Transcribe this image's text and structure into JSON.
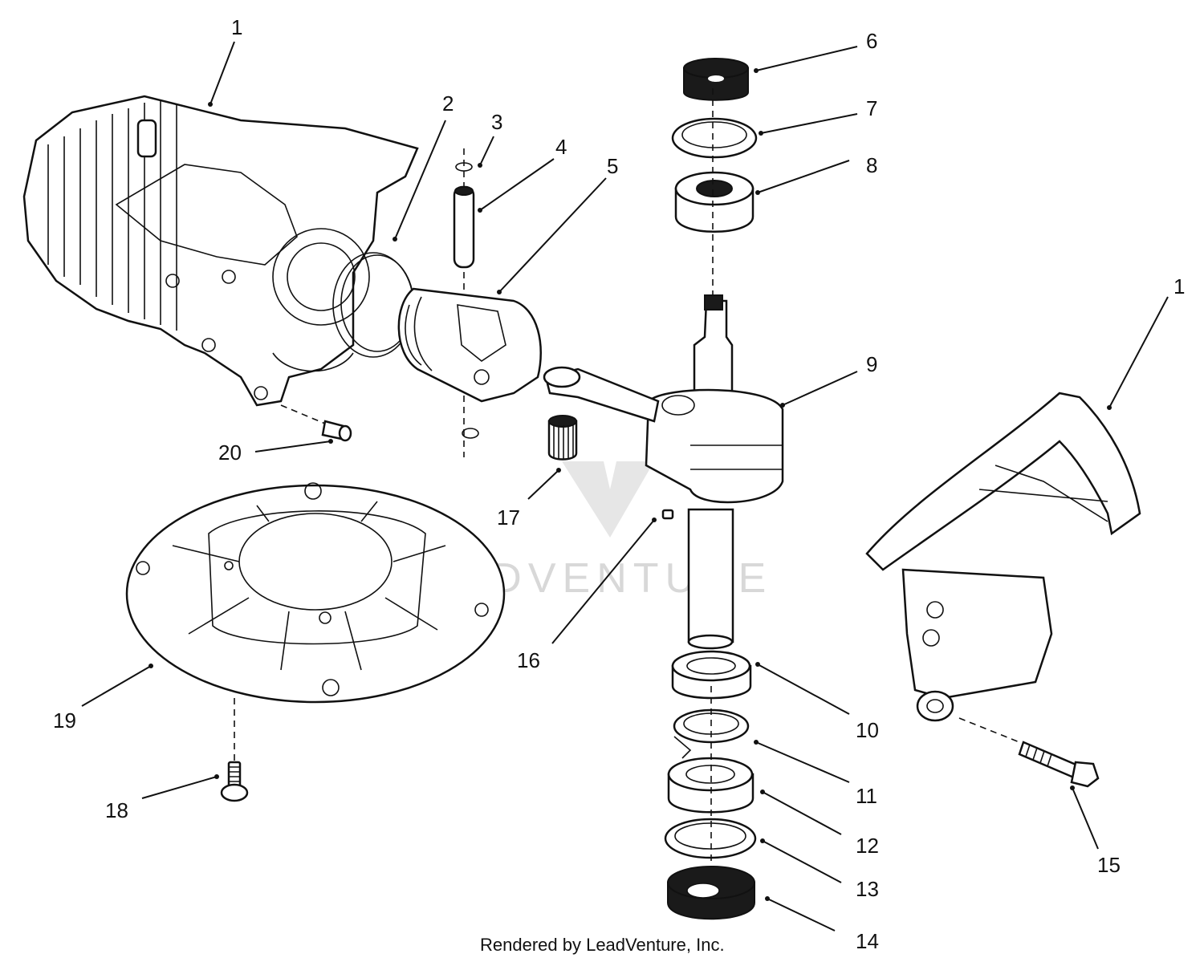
{
  "callouts": [
    {
      "id": "1a",
      "label": "1"
    },
    {
      "id": "1b",
      "label": "1"
    },
    {
      "id": "2",
      "label": "2"
    },
    {
      "id": "3",
      "label": "3"
    },
    {
      "id": "4",
      "label": "4"
    },
    {
      "id": "5",
      "label": "5"
    },
    {
      "id": "6",
      "label": "6"
    },
    {
      "id": "7",
      "label": "7"
    },
    {
      "id": "8",
      "label": "8"
    },
    {
      "id": "9",
      "label": "9"
    },
    {
      "id": "10",
      "label": "10"
    },
    {
      "id": "11",
      "label": "11"
    },
    {
      "id": "12",
      "label": "12"
    },
    {
      "id": "13",
      "label": "13"
    },
    {
      "id": "14",
      "label": "14"
    },
    {
      "id": "15",
      "label": "15"
    },
    {
      "id": "16",
      "label": "16"
    },
    {
      "id": "17",
      "label": "17"
    },
    {
      "id": "18",
      "label": "18"
    },
    {
      "id": "19",
      "label": "19"
    },
    {
      "id": "20",
      "label": "20"
    }
  ],
  "watermark": "LEADVENTURE",
  "credit": "Rendered by LeadVenture, Inc."
}
